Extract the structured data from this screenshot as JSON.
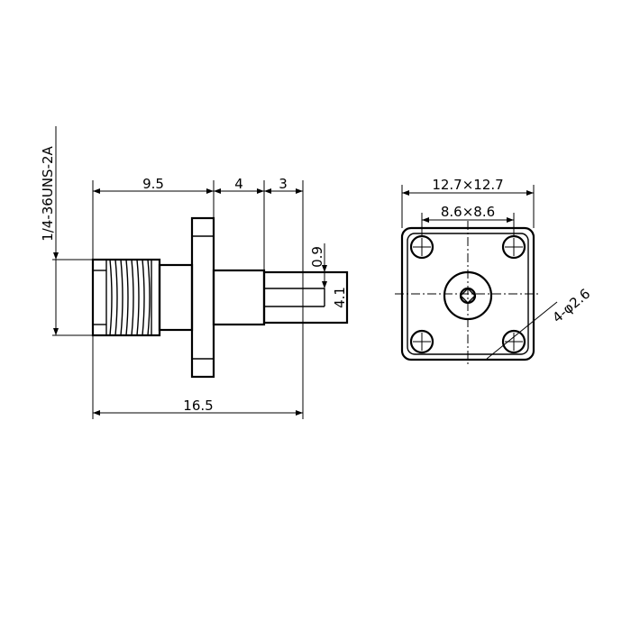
{
  "side_view": {
    "thread_spec": "1/4-36UNS-2A",
    "dim_body_length": "9.5",
    "dim_flange_length": "4",
    "dim_pin_length": "3",
    "dim_total_length": "16.5",
    "dim_pin_gap": "0.9",
    "dim_pin_height": "4.1"
  },
  "front_view": {
    "dim_outer_square": "12.7×12.7",
    "dim_hole_spacing": "8.6×8.6",
    "dim_hole_diameter": "4-φ2.6"
  }
}
